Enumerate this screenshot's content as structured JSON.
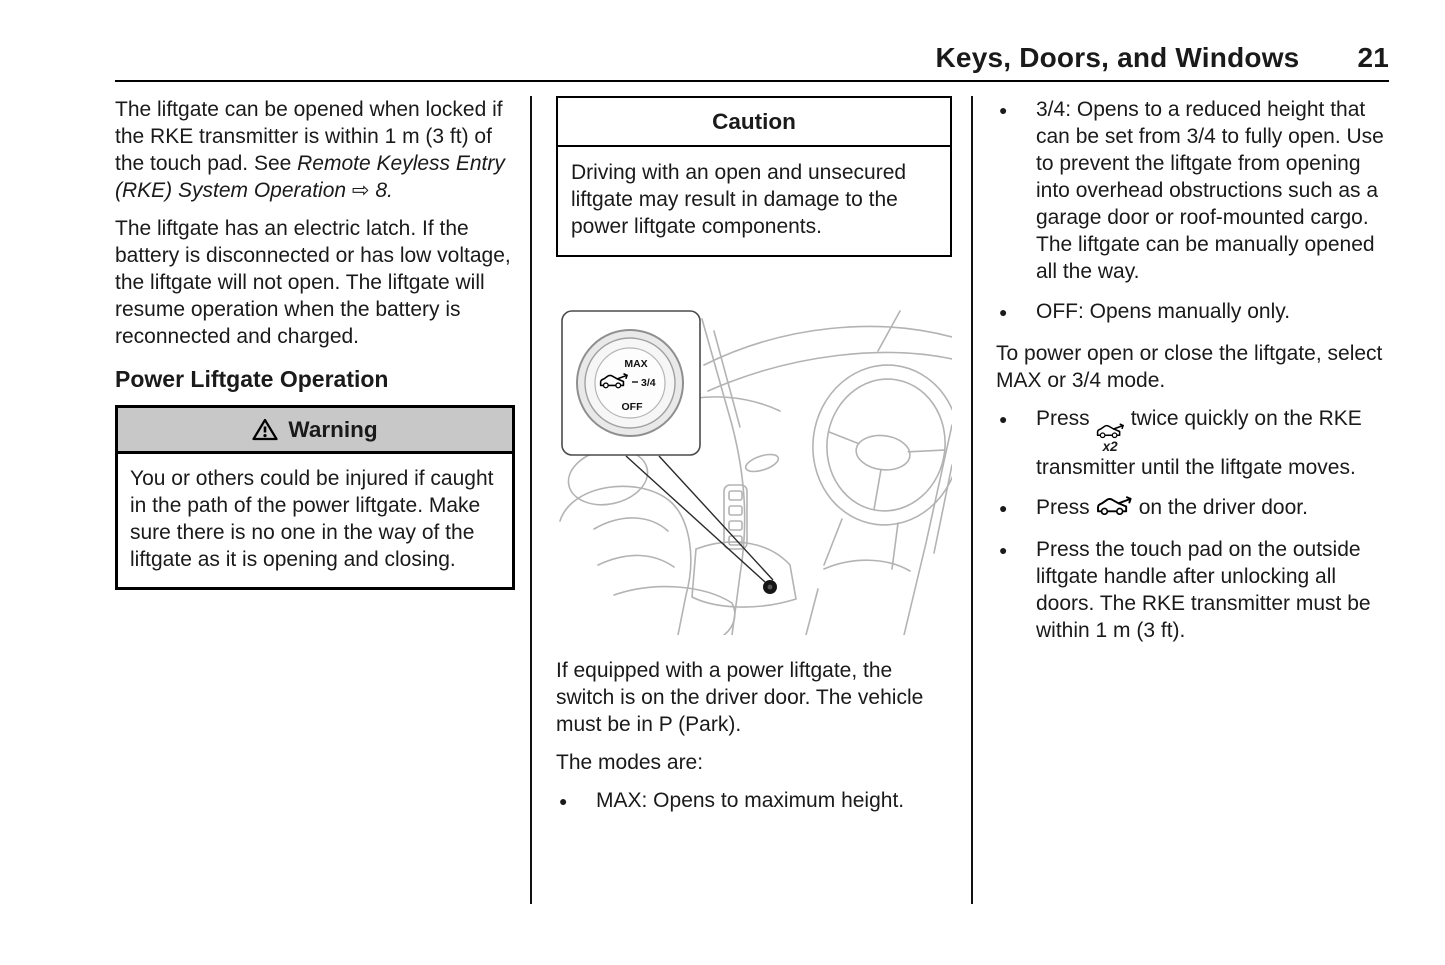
{
  "header": {
    "title": "Keys, Doors, and Windows",
    "page_number": "21"
  },
  "col1": {
    "para1_text": "The liftgate can be opened when locked if the RKE transmitter is within 1 m (3 ft) of the touch pad. See ",
    "para1_ref": "Remote Keyless Entry (RKE) System Operation",
    "para1_arrow": " ⇨ ",
    "para1_page": "8.",
    "para2": "The liftgate has an electric latch. If the battery is disconnected or has low voltage, the liftgate will not open. The liftgate will resume operation when the battery is reconnected and charged.",
    "section_heading": "Power Liftgate Operation",
    "warning_title": "Warning",
    "warning_body": "You or others could be injured if caught in the path of the power liftgate. Make sure there is no one in the way of the liftgate as it is opening and closing."
  },
  "col2": {
    "caution_title": "Caution",
    "caution_body": "Driving with an open and unsecured liftgate may result in damage to the power liftgate components.",
    "switch_max": "MAX",
    "switch_34": "3/4",
    "switch_off": "OFF",
    "para1": "If equipped with a power liftgate, the switch is on the driver door. The vehicle must be in P (Park).",
    "para2": "The modes are:",
    "bullet_max": "MAX: Opens to maximum height."
  },
  "col3": {
    "bullet_34": "3/4: Opens to a reduced height that can be set from 3/4 to fully open. Use to prevent the liftgate from opening into overhead obstructions such as a garage door or roof-mounted cargo. The liftgate can be manually opened all the way.",
    "bullet_off": "OFF: Opens manually only.",
    "para1": "To power open or close the liftgate, select MAX or 3/4 mode.",
    "press": "Press",
    "x2_label": "x2",
    "rke_rest": "twice quickly on the RKE transmitter until the liftgate moves.",
    "door_rest": "on the driver door.",
    "bullet_touchpad": "Press the touch pad on the outside liftgate handle after unlocking all doors. The RKE transmitter must be within 1 m (3 ft)."
  },
  "colors": {
    "warning_header_bg": "#c8c8c8",
    "line_art": "#b3b3b3",
    "text": "#1a1a1a"
  }
}
